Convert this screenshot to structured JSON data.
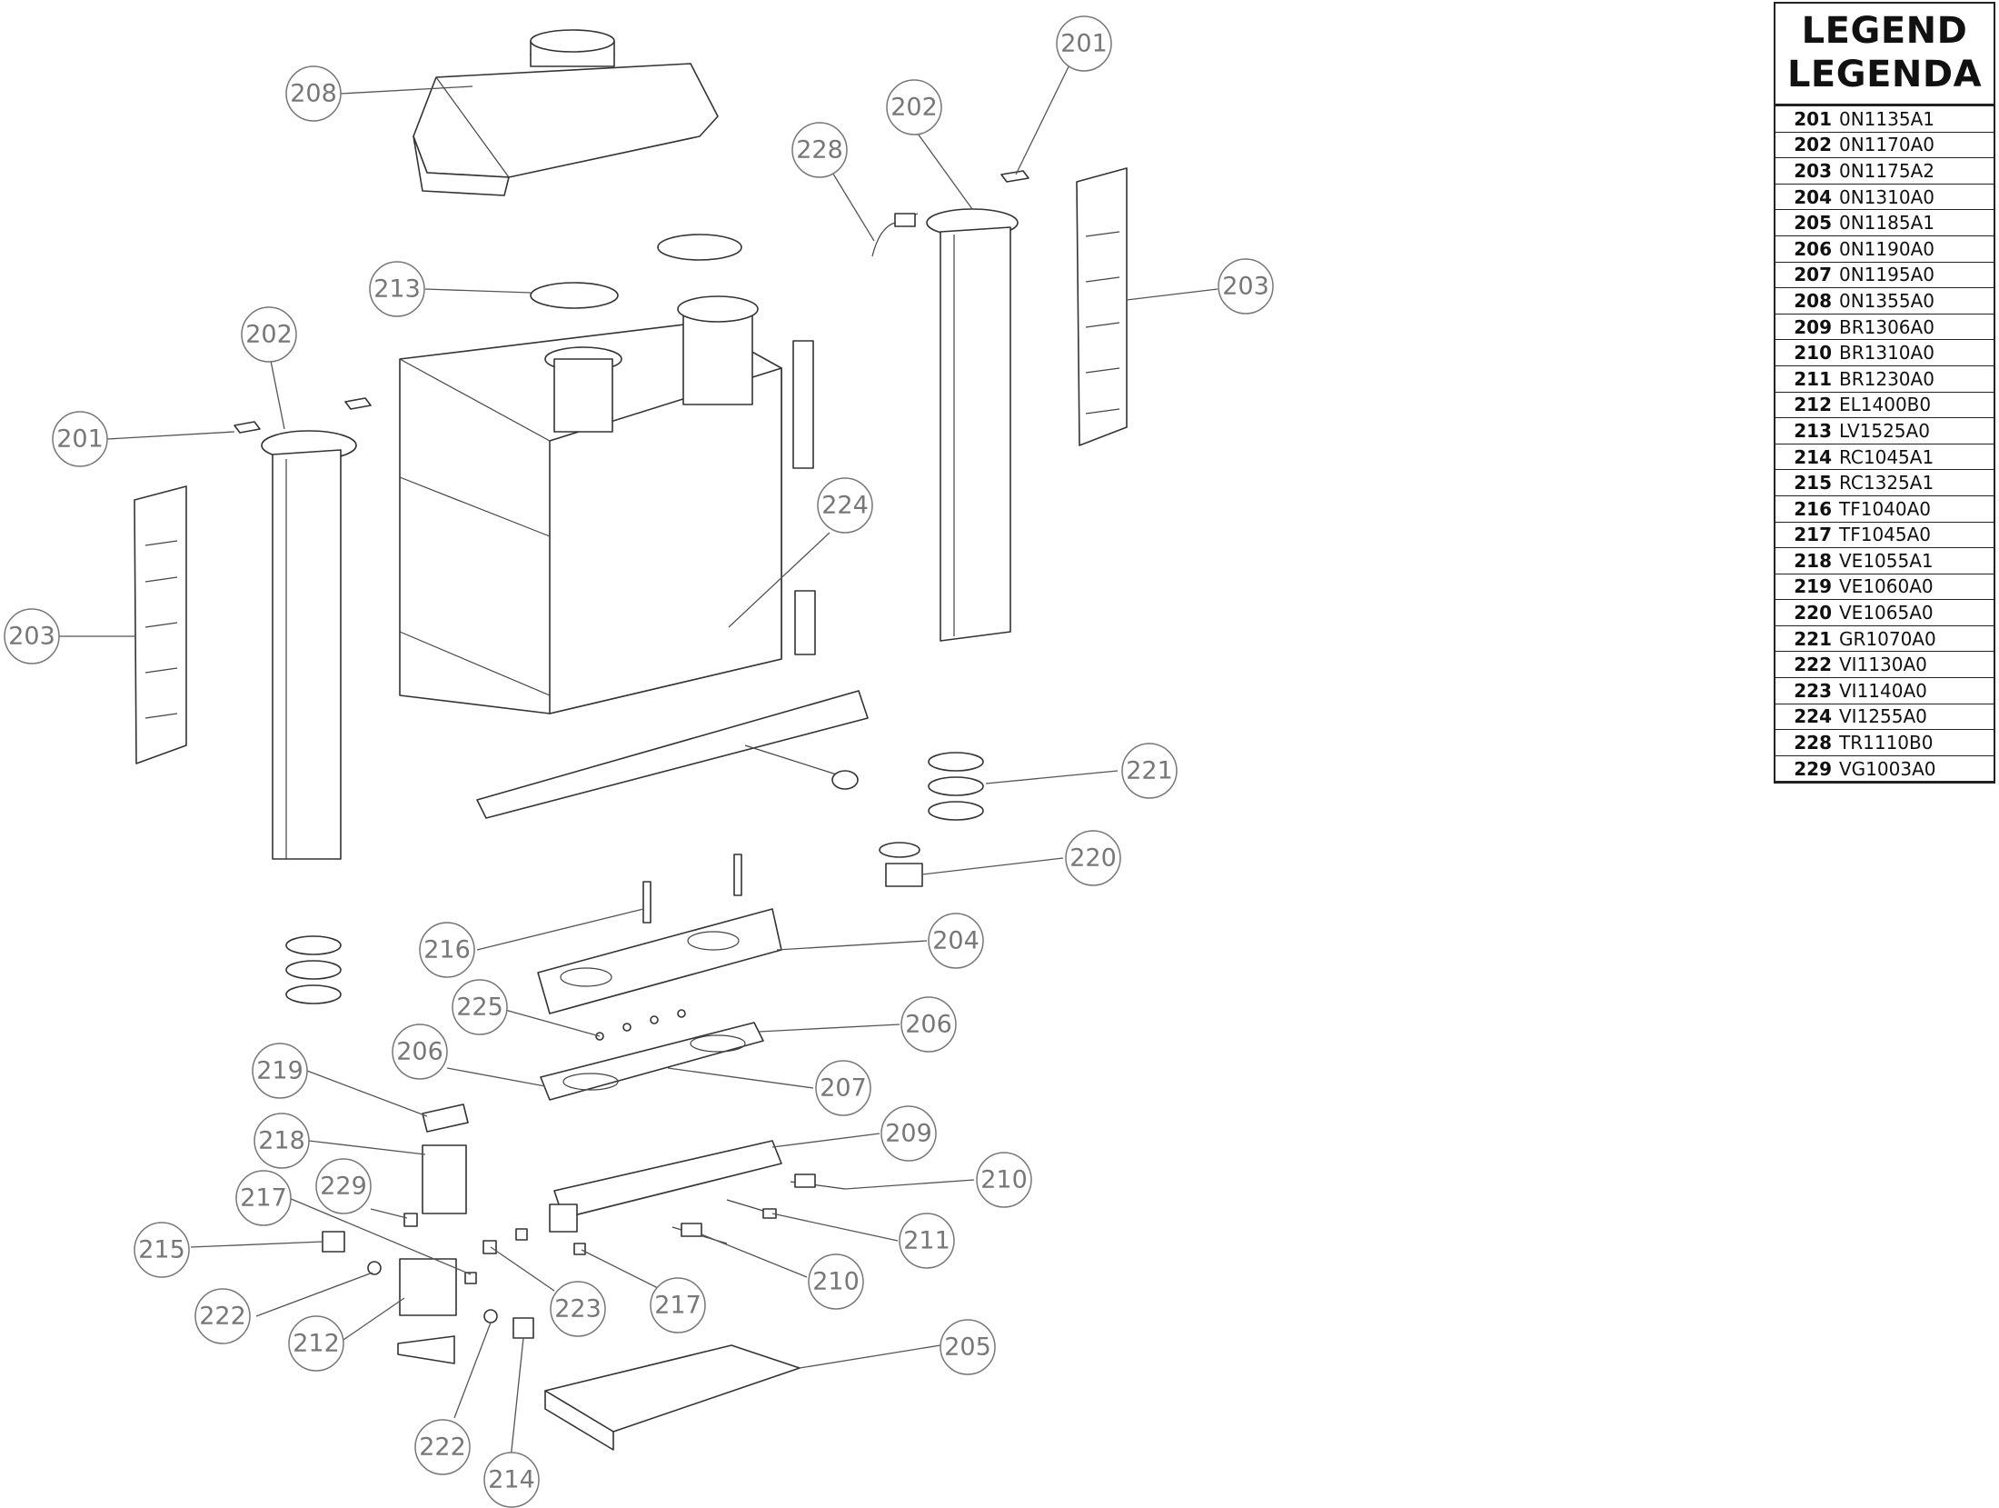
{
  "legend": {
    "title_line1": "LEGEND",
    "title_line2": "LEGENDA",
    "rows": [
      {
        "code": "201",
        "part": "0N1135A1"
      },
      {
        "code": "202",
        "part": "0N1170A0"
      },
      {
        "code": "203",
        "part": "0N1175A2"
      },
      {
        "code": "204",
        "part": "0N1310A0"
      },
      {
        "code": "205",
        "part": "0N1185A1"
      },
      {
        "code": "206",
        "part": "0N1190A0"
      },
      {
        "code": "207",
        "part": "0N1195A0"
      },
      {
        "code": "208",
        "part": "0N1355A0"
      },
      {
        "code": "209",
        "part": "BR1306A0"
      },
      {
        "code": "210",
        "part": "BR1310A0"
      },
      {
        "code": "211",
        "part": "BR1230A0"
      },
      {
        "code": "212",
        "part": "EL1400B0"
      },
      {
        "code": "213",
        "part": "LV1525A0"
      },
      {
        "code": "214",
        "part": "RC1045A1"
      },
      {
        "code": "215",
        "part": "RC1325A1"
      },
      {
        "code": "216",
        "part": "TF1040A0"
      },
      {
        "code": "217",
        "part": "TF1045A0"
      },
      {
        "code": "218",
        "part": "VE1055A1"
      },
      {
        "code": "219",
        "part": "VE1060A0"
      },
      {
        "code": "220",
        "part": "VE1065A0"
      },
      {
        "code": "221",
        "part": "GR1070A0"
      },
      {
        "code": "222",
        "part": "VI1130A0"
      },
      {
        "code": "223",
        "part": "VI1140A0"
      },
      {
        "code": "224",
        "part": "VI1255A0"
      },
      {
        "code": "228",
        "part": "TR1110B0"
      },
      {
        "code": "229",
        "part": "VG1003A0"
      }
    ]
  },
  "callouts": [
    {
      "id": "c208",
      "label": "208"
    },
    {
      "id": "c201a",
      "label": "201"
    },
    {
      "id": "c202a",
      "label": "202"
    },
    {
      "id": "c228",
      "label": "228"
    },
    {
      "id": "c213",
      "label": "213"
    },
    {
      "id": "c203a",
      "label": "203"
    },
    {
      "id": "c202b",
      "label": "202"
    },
    {
      "id": "c201b",
      "label": "201"
    },
    {
      "id": "c203b",
      "label": "203"
    },
    {
      "id": "c224",
      "label": "224"
    },
    {
      "id": "c221",
      "label": "221"
    },
    {
      "id": "c220",
      "label": "220"
    },
    {
      "id": "c216",
      "label": "216"
    },
    {
      "id": "c204",
      "label": "204"
    },
    {
      "id": "c225",
      "label": "225"
    },
    {
      "id": "c206a",
      "label": "206"
    },
    {
      "id": "c206b",
      "label": "206"
    },
    {
      "id": "c207",
      "label": "207"
    },
    {
      "id": "c219",
      "label": "219"
    },
    {
      "id": "c209",
      "label": "209"
    },
    {
      "id": "c218",
      "label": "218"
    },
    {
      "id": "c210a",
      "label": "210"
    },
    {
      "id": "c217a",
      "label": "217"
    },
    {
      "id": "c229",
      "label": "229"
    },
    {
      "id": "c211",
      "label": "211"
    },
    {
      "id": "c215",
      "label": "215"
    },
    {
      "id": "c210b",
      "label": "210"
    },
    {
      "id": "c223",
      "label": "223"
    },
    {
      "id": "c217b",
      "label": "217"
    },
    {
      "id": "c222a",
      "label": "222"
    },
    {
      "id": "c212",
      "label": "212"
    },
    {
      "id": "c205",
      "label": "205"
    },
    {
      "id": "c222b",
      "label": "222"
    },
    {
      "id": "c214",
      "label": "214"
    }
  ]
}
